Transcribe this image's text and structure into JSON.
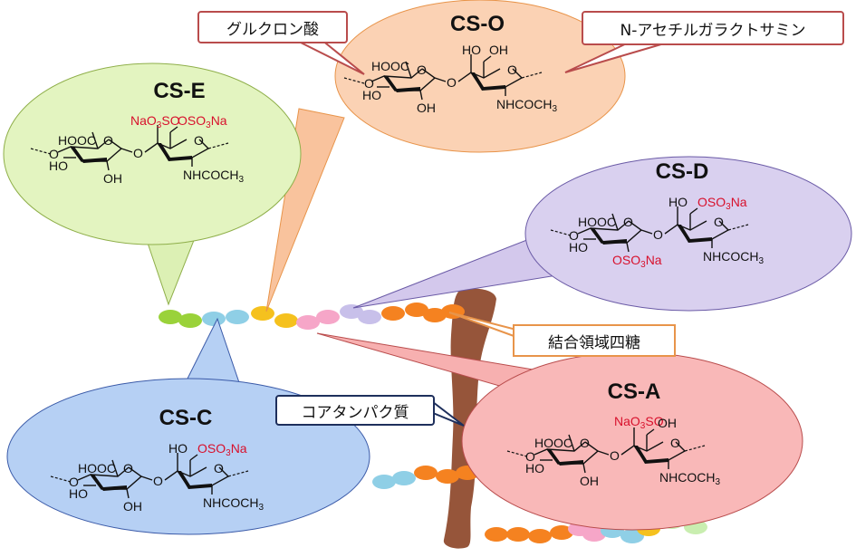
{
  "callouts": {
    "glucuronic_acid": "グルクロン酸",
    "galnac": "N-アセチルガラクトサミン",
    "linkage_tetrasaccharide": "結合領域四糖",
    "core_protein": "コアタンパク質"
  },
  "colors": {
    "cs_o": "#fbd2b4",
    "cs_e": "#e3f4c0",
    "cs_d": "#d9d0ef",
    "cs_a": "#f9b8b8",
    "cs_c": "#b6d0f4",
    "sulfate_text": "#d8102c",
    "core_protein": "#96553a",
    "callout_red_border": "#b94c4c",
    "callout_orange_border": "#e8944a",
    "callout_navy_border": "#1e2f5c"
  },
  "structures": [
    {
      "id": "cs_o",
      "title": "CS-O",
      "glcA": {
        "carboxyl": "HOOC",
        "c4_link": "O",
        "c3": "HO",
        "c2": "OH",
        "ring_o": "O"
      },
      "glycosidic": "O",
      "galnac": {
        "c4": "HO",
        "c6": "OH",
        "ring_o": "O",
        "nac": "NHCOCH",
        "nac_sub": "3"
      },
      "sulfates": []
    },
    {
      "id": "cs_e",
      "title": "CS-E",
      "glcA": {
        "carboxyl": "HOOC",
        "c4_link": "O",
        "c3": "HO",
        "c2": "OH",
        "ring_o": "O"
      },
      "glycosidic": "O",
      "galnac": {
        "ring_o": "O",
        "nac": "NHCOCH",
        "nac_sub": "3"
      },
      "sulfates": [
        {
          "position": "C4 of GalNAc",
          "text_a": "NaO",
          "sub": "3",
          "text_b": "SO"
        },
        {
          "position": "C6 of GalNAc",
          "text_a": "OSO",
          "sub": "3",
          "text_b": "Na"
        }
      ]
    },
    {
      "id": "cs_d",
      "title": "CS-D",
      "glcA": {
        "carboxyl": "HOOC",
        "c4_link": "O",
        "c3": "HO",
        "ring_o": "O"
      },
      "glycosidic": "O",
      "galnac": {
        "c4": "HO",
        "ring_o": "O",
        "nac": "NHCOCH",
        "nac_sub": "3"
      },
      "sulfates": [
        {
          "position": "C2 of GlcA",
          "text_a": "OSO",
          "sub": "3",
          "text_b": "Na"
        },
        {
          "position": "C6 of GalNAc",
          "text_a": "OSO",
          "sub": "3",
          "text_b": "Na"
        }
      ]
    },
    {
      "id": "cs_a",
      "title": "CS-A",
      "glcA": {
        "carboxyl": "HOOC",
        "c4_link": "O",
        "c3": "HO",
        "c2": "OH",
        "ring_o": "O"
      },
      "glycosidic": "O",
      "galnac": {
        "c6": "OH",
        "ring_o": "O",
        "nac": "NHCOCH",
        "nac_sub": "3"
      },
      "sulfates": [
        {
          "position": "C4 of GalNAc",
          "text_a": "NaO",
          "sub": "3",
          "text_b": "SO"
        }
      ]
    },
    {
      "id": "cs_c",
      "title": "CS-C",
      "glcA": {
        "carboxyl": "HOOC",
        "c4_link": "O",
        "c3": "HO",
        "c2": "OH",
        "ring_o": "O"
      },
      "glycosidic": "O",
      "galnac": {
        "c4": "HO",
        "ring_o": "O",
        "nac": "NHCOCH",
        "nac_sub": "3"
      },
      "sulfates": [
        {
          "position": "C6 of GalNAc",
          "text_a": "OSO",
          "sub": "3",
          "text_b": "Na"
        }
      ]
    }
  ],
  "chains": [
    {
      "name": "upper-chain",
      "beads": [
        "#9ad23a",
        "#9ad23a",
        "#8fcfe6",
        "#8fcfe6",
        "#f5c11e",
        "#f5c11e",
        "#f6a6c8",
        "#f6a6c8",
        "#c8c0ea",
        "#c8c0ea",
        "#f58220",
        "#f58220",
        "#f58220",
        "#f58220"
      ]
    },
    {
      "name": "middle-chain",
      "beads": [
        "#8fcfe6",
        "#8fcfe6",
        "#f58220",
        "#f58220",
        "#f58220"
      ]
    },
    {
      "name": "lower-chain",
      "beads": [
        "#f58220",
        "#f58220",
        "#f58220",
        "#f58220",
        "#f6a6c8",
        "#f6a6c8",
        "#8fcfe6",
        "#8fcfe6",
        "#f5c11e",
        "#f5c11e",
        "#c9eeb0",
        "#c9eeb0"
      ]
    }
  ]
}
